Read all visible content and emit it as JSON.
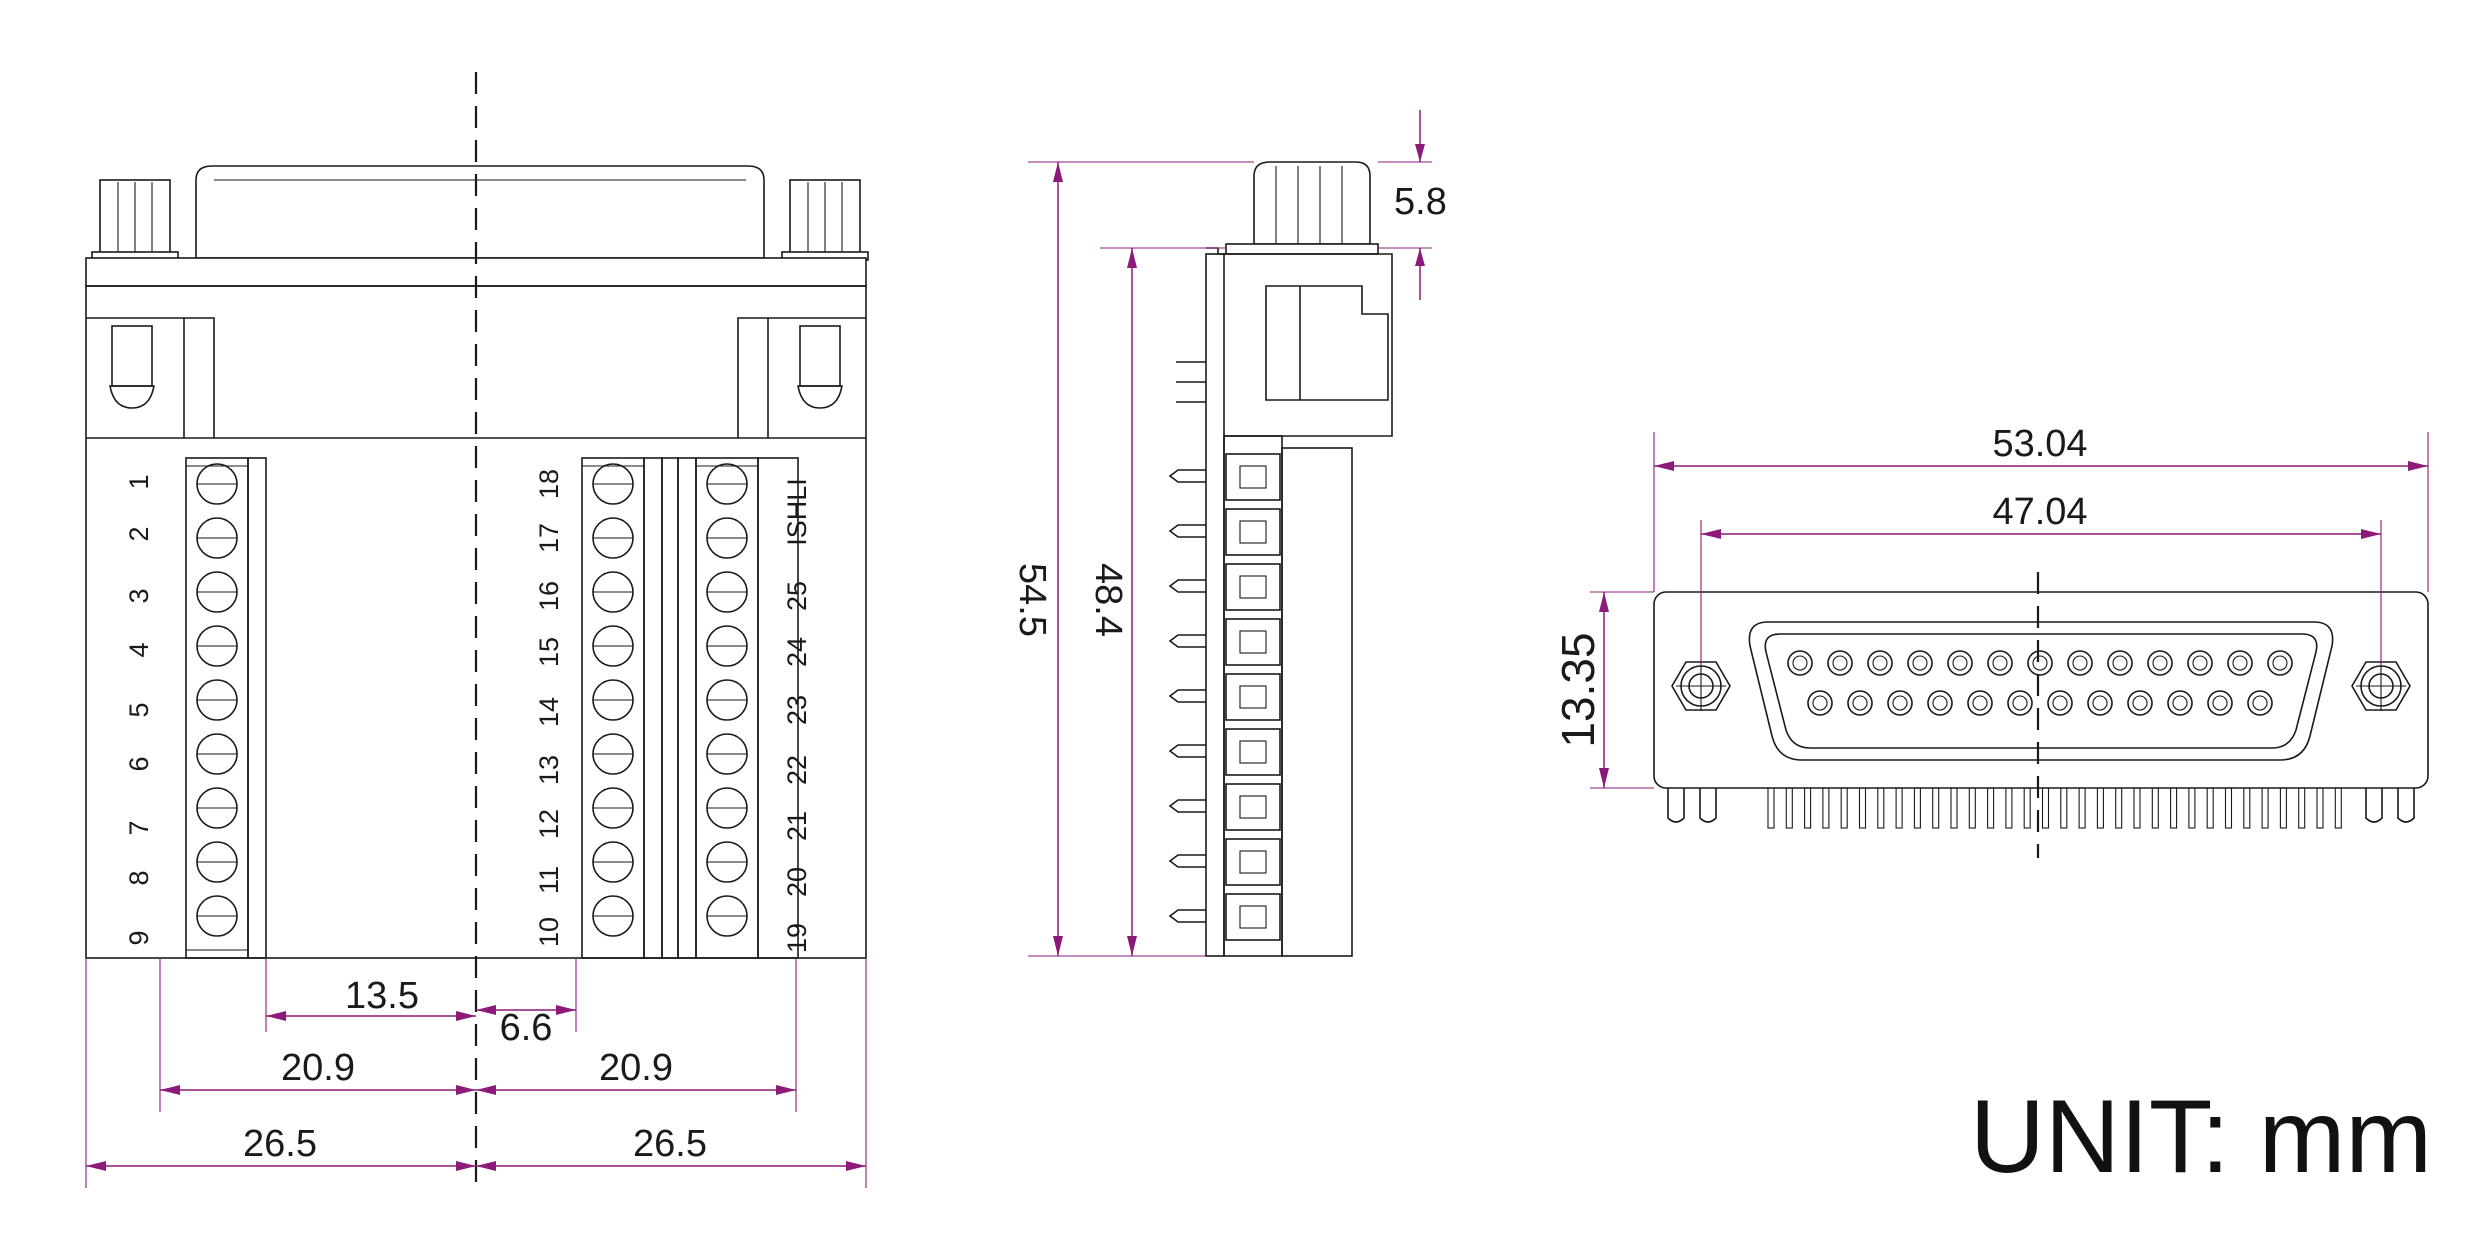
{
  "front_view": {
    "left_pins": [
      "1",
      "2",
      "3",
      "4",
      "5",
      "6",
      "7",
      "8",
      "9"
    ],
    "right_inner_pins": [
      "18",
      "17",
      "16",
      "15",
      "14",
      "13",
      "12",
      "11",
      "10"
    ],
    "right_outer_pins": [
      "ISHLI",
      "25",
      "24",
      "23",
      "22",
      "21",
      "20",
      "19"
    ],
    "dims": {
      "d13_5": "13.5",
      "d6_6": "6.6",
      "d20_9_left": "20.9",
      "d20_9_right": "20.9",
      "d26_5_left": "26.5",
      "d26_5_right": "26.5"
    }
  },
  "side_view": {
    "dims": {
      "d5_8": "5.8",
      "d54_5": "54.5",
      "d48_4": "48.4"
    }
  },
  "connector_view": {
    "dims": {
      "d53_04": "53.04",
      "d47_04": "47.04",
      "d13_35": "13.35"
    }
  },
  "unit_label": "UNIT: mm",
  "colors": {
    "dimension": "#8b1a7a",
    "line": "#1a1a1a"
  }
}
